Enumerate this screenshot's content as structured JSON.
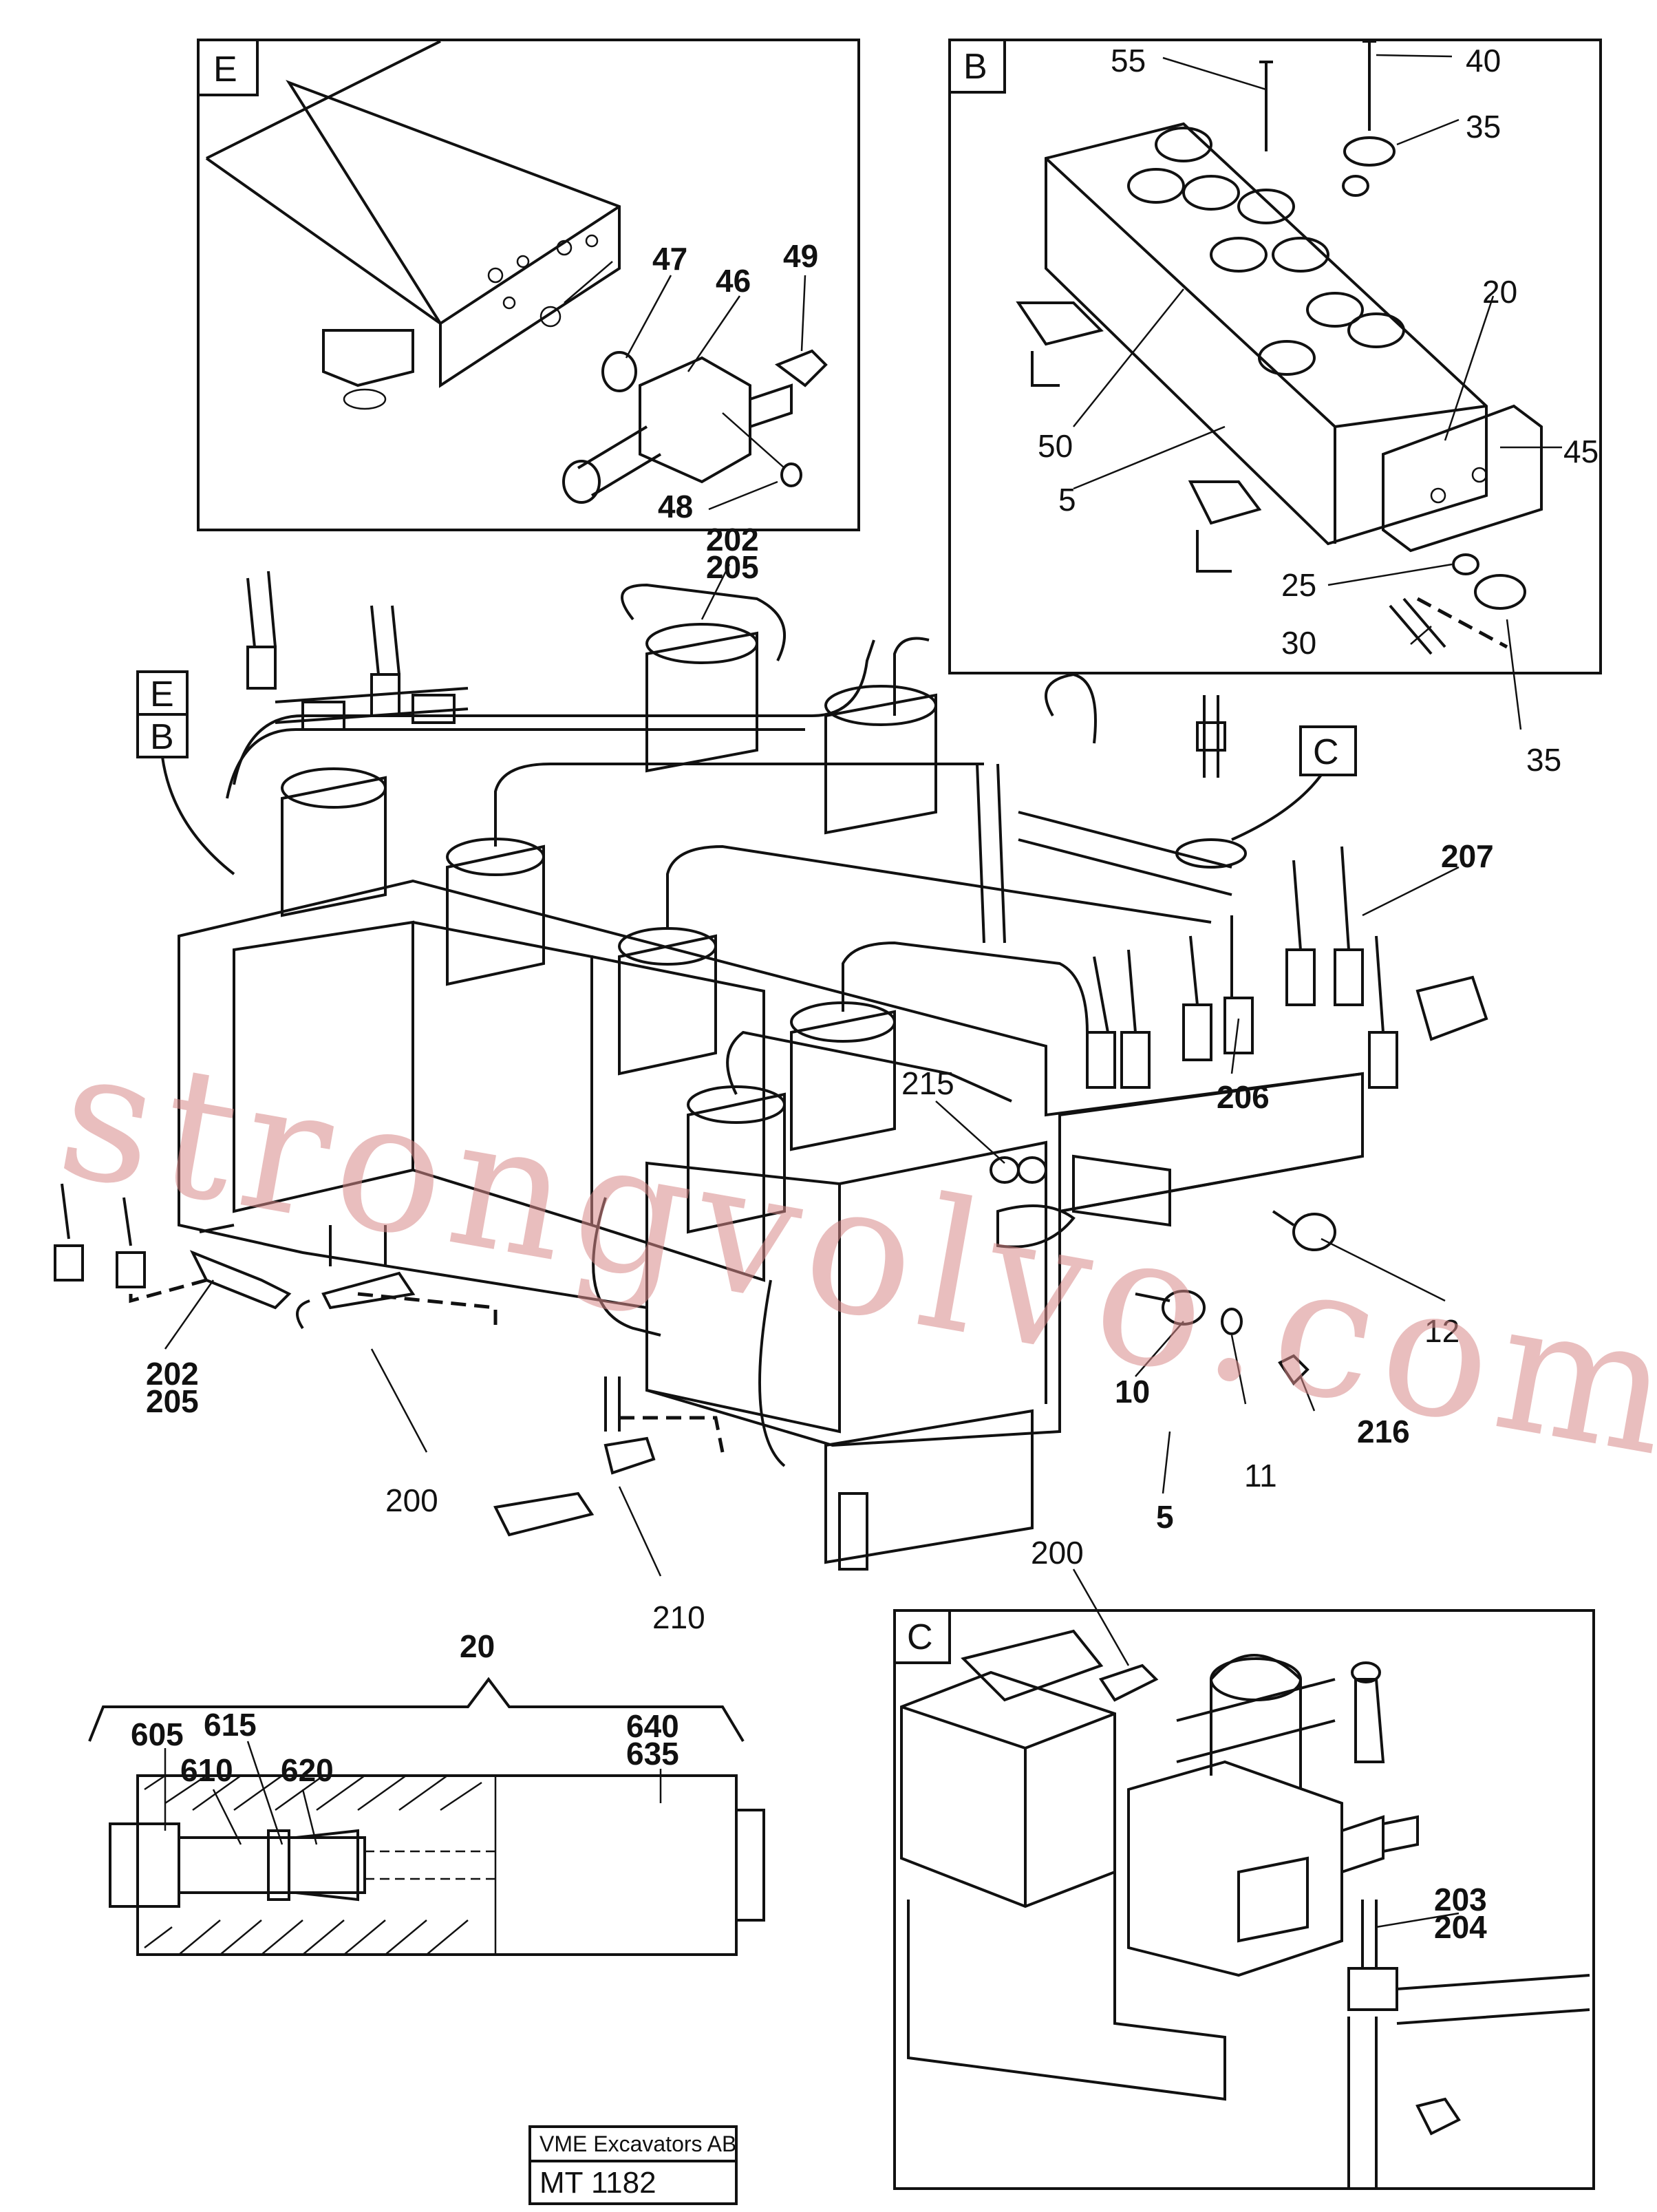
{
  "detail_tags": {
    "E": "E",
    "B": "B",
    "C": "C",
    "E_main": "E",
    "B_main": "B",
    "C_main": "C"
  },
  "labels": {
    "detail_E": {
      "47": "47",
      "46": "46",
      "49": "49",
      "48": "48"
    },
    "detail_B": {
      "55": "55",
      "40": "40",
      "35a": "35",
      "20": "20",
      "45": "45",
      "50": "50",
      "5": "5",
      "25": "25",
      "30": "30",
      "35b": "35"
    },
    "main": {
      "202_205_top": [
        "202",
        "205"
      ],
      "207": "207",
      "206": "206",
      "215": "215",
      "12": "12",
      "10": "10",
      "11": "11",
      "216": "216",
      "5": "5",
      "202_205_left": [
        "202",
        "205"
      ],
      "200": "200",
      "210": "210"
    },
    "section_20": {
      "20": "20",
      "605": "605",
      "610": "610",
      "615": "615",
      "620": "620",
      "640_635": [
        "640",
        "635"
      ]
    },
    "detail_C": {
      "200": "200",
      "203_204": [
        "203",
        "204"
      ]
    }
  },
  "title_block": {
    "company": "VME Excavators AB",
    "drawing_no": "MT 1182"
  },
  "watermark": "strongvolvo.com"
}
